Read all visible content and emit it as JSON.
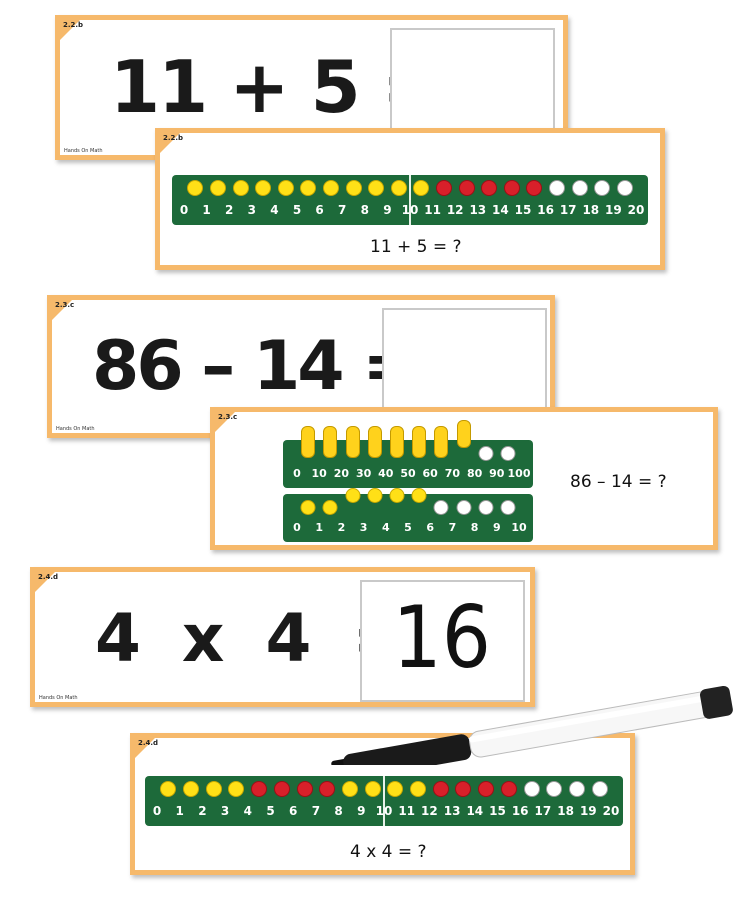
{
  "brand": "Hands On Math",
  "cards": [
    {
      "code": "2.2.b",
      "equation": "11 + 5 ="
    },
    {
      "code": "2.2.b",
      "prompt": "11 + 5 = ?",
      "numbers": [
        "0",
        "1",
        "2",
        "3",
        "4",
        "5",
        "6",
        "7",
        "8",
        "9",
        "10",
        "11",
        "12",
        "13",
        "14",
        "15",
        "16",
        "17",
        "18",
        "19",
        "20"
      ],
      "beads": [
        "yellow",
        "yellow",
        "yellow",
        "yellow",
        "yellow",
        "yellow",
        "yellow",
        "yellow",
        "yellow",
        "yellow",
        "yellow",
        "red",
        "red",
        "red",
        "red",
        "red",
        "white",
        "white",
        "white",
        "white"
      ]
    },
    {
      "code": "2.3.c",
      "equation": "86 – 14 ="
    },
    {
      "code": "2.3.c",
      "prompt": "86 – 14 = ?",
      "tens_numbers": [
        "0",
        "10",
        "20",
        "30",
        "40",
        "50",
        "60",
        "70",
        "80",
        "90",
        "100"
      ],
      "tens_rods": [
        "rod",
        "rod",
        "rod",
        "rod",
        "rod",
        "rod",
        "rod",
        "short",
        "white",
        "white"
      ],
      "ones_numbers": [
        "0",
        "1",
        "2",
        "3",
        "4",
        "5",
        "6",
        "7",
        "8",
        "9",
        "10"
      ],
      "ones_beads": [
        "yellow",
        "yellow",
        "lifted",
        "lifted",
        "lifted",
        "lifted",
        "white",
        "white",
        "white",
        "white"
      ]
    },
    {
      "code": "2.4.d",
      "equation": "4 x 4 =",
      "answer": "16"
    },
    {
      "code": "2.4.d",
      "prompt": "4 x 4 = ?",
      "numbers": [
        "0",
        "1",
        "2",
        "3",
        "4",
        "5",
        "6",
        "7",
        "8",
        "9",
        "10",
        "11",
        "12",
        "13",
        "14",
        "15",
        "16",
        "17",
        "18",
        "19",
        "20"
      ],
      "beads": [
        "yellow",
        "yellow",
        "yellow",
        "yellow",
        "red",
        "red",
        "red",
        "red",
        "yellow",
        "yellow",
        "yellow",
        "yellow",
        "red",
        "red",
        "red",
        "red",
        "white",
        "white",
        "white",
        "white"
      ]
    }
  ],
  "colors": {
    "card_border": "#f6b96b",
    "rack": "#1d6a3a",
    "yellow": "#ffe017",
    "red": "#d8202a"
  },
  "marker": {
    "icon": "dry-erase-marker-icon"
  }
}
